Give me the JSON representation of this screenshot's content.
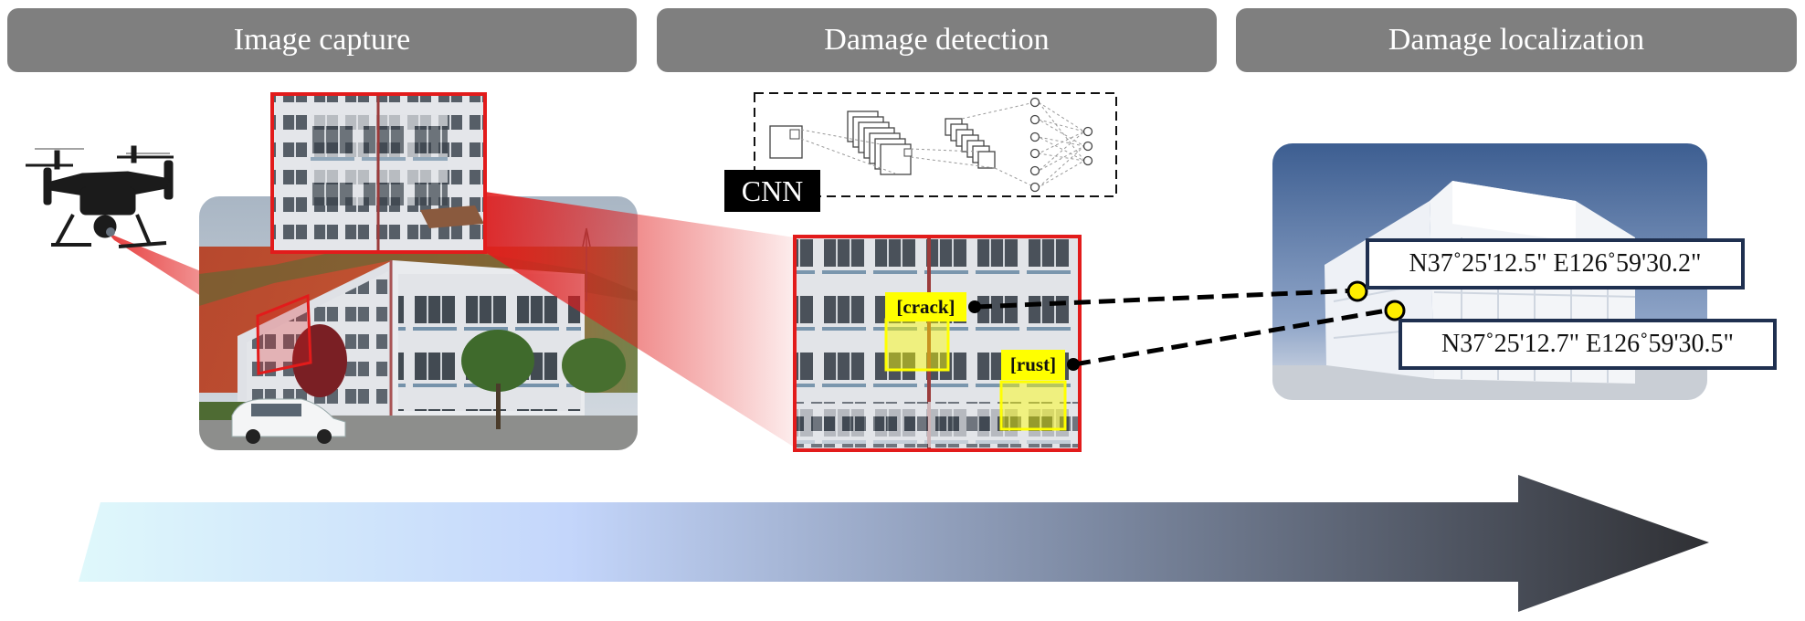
{
  "stages": [
    {
      "title": "Image capture"
    },
    {
      "title": "Damage detection"
    },
    {
      "title": "Damage localization"
    }
  ],
  "detection": {
    "model_label": "CNN",
    "tags": [
      "[crack]",
      "[rust]"
    ]
  },
  "localization": {
    "coordinates": [
      "N37˚25'12.5\"  E126˚59'30.2\"",
      "N37˚25'12.7\"  E126˚59'30.5\""
    ]
  },
  "colors": {
    "header_bg": "#7f7f7f",
    "highlight_red": "#e21b1b",
    "damage_yellow": "#ffff00",
    "coord_border": "#1f3050",
    "arrow_start": "#dff8fb",
    "arrow_mid": "#c4d6fb",
    "arrow_end": "#2f3034"
  },
  "icons": [
    "drone-icon",
    "building-photo",
    "neural-network-icon",
    "building-3d-model",
    "process-arrow"
  ]
}
